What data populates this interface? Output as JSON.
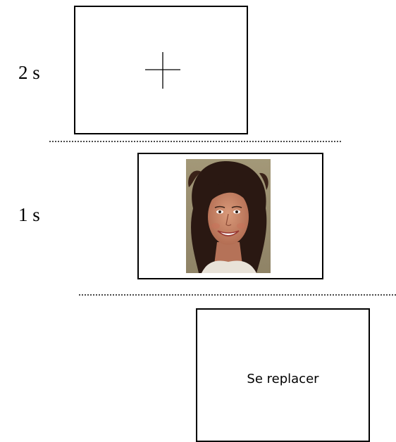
{
  "stages": [
    {
      "duration": "2 s",
      "stimulus": "fixation-cross"
    },
    {
      "duration": "1 s",
      "stimulus": "face-photo"
    },
    {
      "duration": "",
      "stimulus": "text",
      "prompt_text": "Se replacer"
    }
  ],
  "colors": {
    "frame_border": "#000000",
    "separator": "#4a4a4a",
    "photo_background": "#9a8c6e"
  }
}
